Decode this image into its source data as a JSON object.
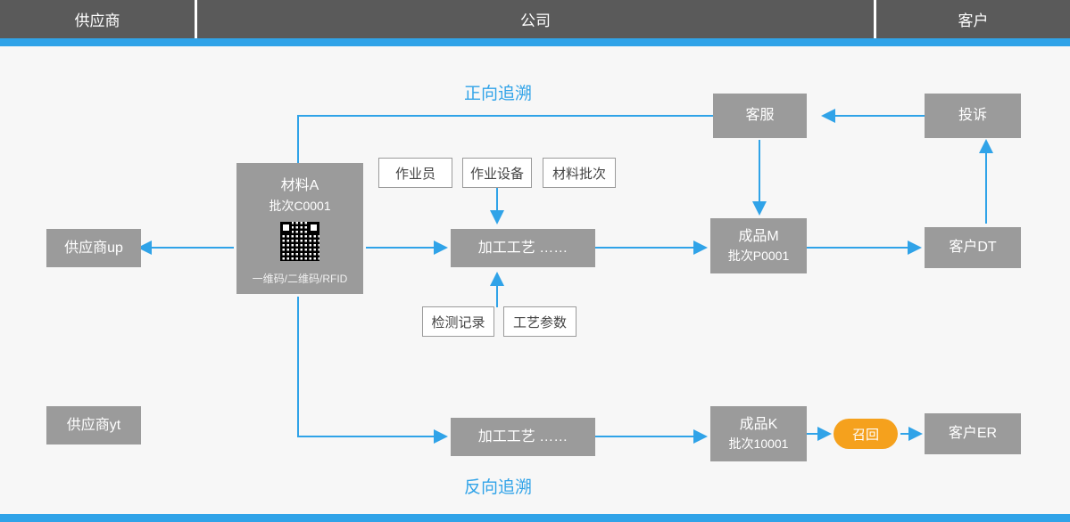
{
  "header": {
    "columns": [
      {
        "label": "供应商"
      },
      {
        "label": "公司"
      },
      {
        "label": "客户"
      }
    ]
  },
  "captions": {
    "forward": "正向追溯",
    "backward": "反向追溯"
  },
  "colors": {
    "accent_blue": "#30a3e8",
    "node_gray": "#9b9b9b",
    "header_gray": "#5a5a5a",
    "recall_orange": "#f5a11d",
    "canvas_bg": "#f7f7f7"
  },
  "nodes": {
    "supplier_up": {
      "label": "供应商up"
    },
    "supplier_yt": {
      "label": "供应商yt"
    },
    "material_a": {
      "title": "材料A",
      "batch": "批次C0001",
      "code_types": "一维码/二维码/RFID",
      "qr_icon": "qr-code-icon"
    },
    "process_top": {
      "label": "加工工艺  ……"
    },
    "process_bottom": {
      "label": "加工工艺  ……"
    },
    "product_m": {
      "title": "成品M",
      "batch": "批次P0001"
    },
    "product_k": {
      "title": "成品K",
      "batch": "批次10001"
    },
    "customer_service": {
      "label": "客服"
    },
    "complaint": {
      "label": "投诉"
    },
    "customer_dt": {
      "label": "客户DT"
    },
    "customer_er": {
      "label": "客户ER"
    },
    "recall": {
      "label": "召回"
    }
  },
  "attributes": {
    "operator": "作业员",
    "equipment": "作业设备",
    "material_batch": "材料批次",
    "inspection_record": "检测记录",
    "process_parameter": "工艺参数"
  }
}
